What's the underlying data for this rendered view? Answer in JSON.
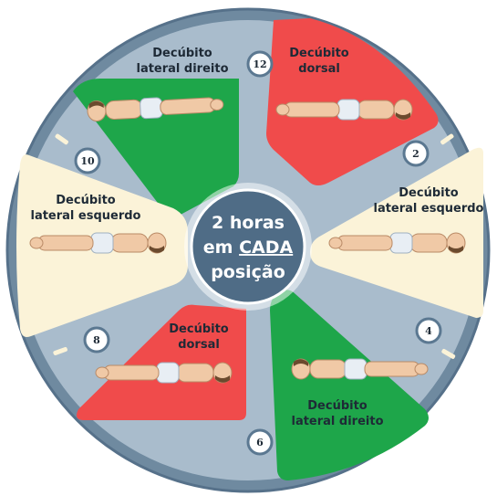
{
  "colors": {
    "wheel": "#6f8aa0",
    "wheel_edge": "#56718a",
    "green": "#1ea64a",
    "red": "#f04b4b",
    "cream": "#fbf3d8",
    "hub": "#4f6c86",
    "badge": "#5b7891"
  },
  "center": {
    "line1": "2 horas",
    "line2_prefix": "em ",
    "line2_emphasis": "CADA",
    "line3": "posição"
  },
  "hours": [
    "12",
    "2",
    "4",
    "6",
    "8",
    "10"
  ],
  "segments": [
    {
      "id": "top-left",
      "color": "green",
      "label_line1": "Decúbito",
      "label_line2": "lateral direito"
    },
    {
      "id": "top-right",
      "color": "red",
      "label_line1": "Decúbito",
      "label_line2": "dorsal"
    },
    {
      "id": "right",
      "color": "cream",
      "label_line1": "Decúbito",
      "label_line2": "lateral esquerdo"
    },
    {
      "id": "bottom-right",
      "color": "green",
      "label_line1": "Decúbito",
      "label_line2": "lateral direito"
    },
    {
      "id": "bottom-left",
      "color": "red",
      "label_line1": "Decúbito",
      "label_line2": "dorsal"
    },
    {
      "id": "left",
      "color": "cream",
      "label_line1": "Decúbito",
      "label_line2": "lateral esquerdo"
    }
  ]
}
